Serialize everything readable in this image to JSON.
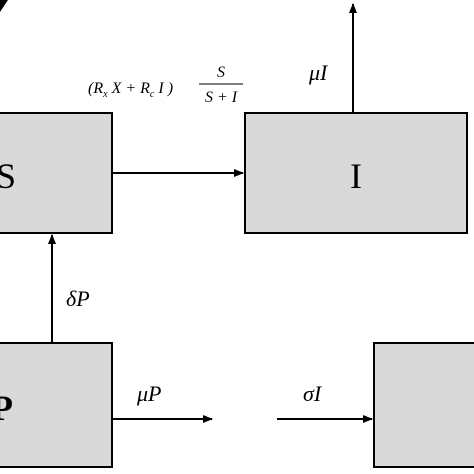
{
  "nodes": {
    "S": {
      "label": "S"
    },
    "I": {
      "label": "I"
    },
    "P": {
      "label": "P"
    },
    "R": {
      "label": ""
    }
  },
  "edges": {
    "infection": {
      "prefix": "(R",
      "sub1": "x",
      "mid": " X + R",
      "sub2": "c",
      "suffix": " I )",
      "frac_num": "S",
      "frac_den": "S + I"
    },
    "death_I": {
      "label": "μI"
    },
    "transfer_P_to_S": {
      "label": "δP"
    },
    "death_P": {
      "label": "μP"
    },
    "recovery_I": {
      "label": "σI"
    }
  }
}
